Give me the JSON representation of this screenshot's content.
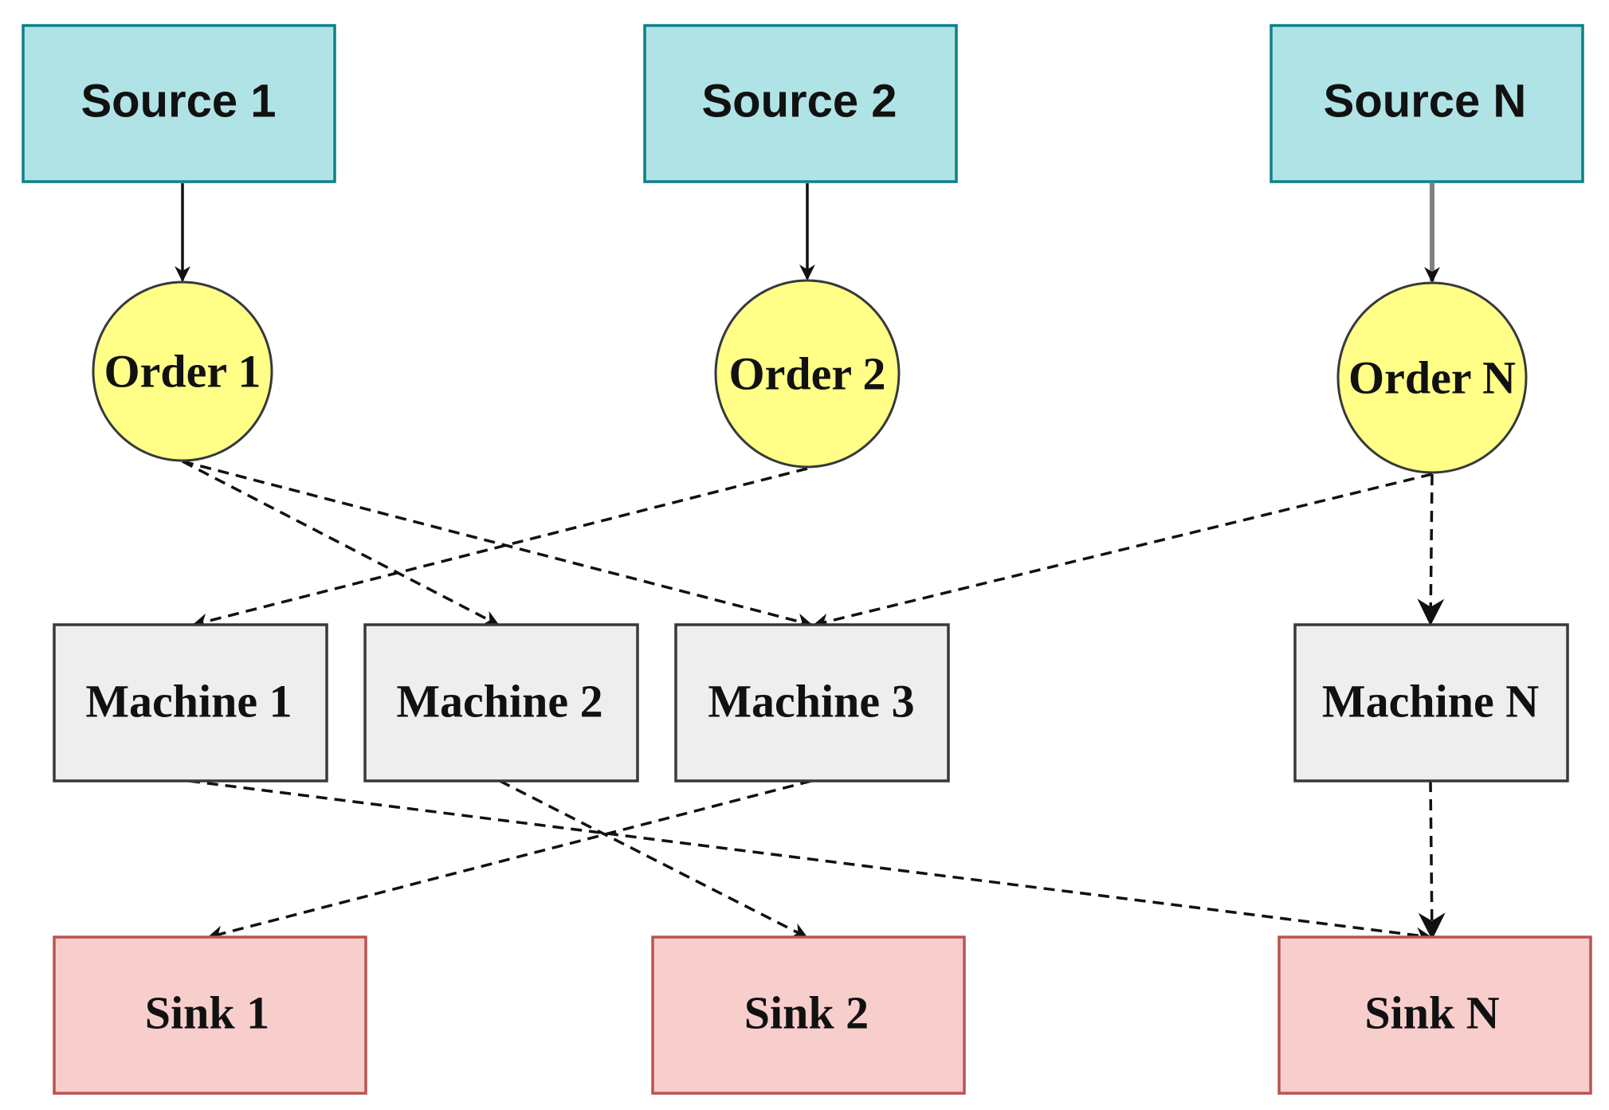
{
  "colors": {
    "source_fill": "#b0e3e6",
    "source_stroke": "#0e8088",
    "order_fill": "#ffff88",
    "order_stroke": "#36393d",
    "machine_fill": "#eeeeee",
    "machine_stroke": "#36393d",
    "sink_fill": "#f8cecc",
    "sink_stroke": "#b85450",
    "edge": "#111111",
    "edge_gray": "#808080"
  },
  "sources": [
    {
      "id": "source-1",
      "label": "Source 1"
    },
    {
      "id": "source-2",
      "label": "Source 2"
    },
    {
      "id": "source-n",
      "label": "Source N"
    }
  ],
  "orders": [
    {
      "id": "order-1",
      "label": "Order 1"
    },
    {
      "id": "order-2",
      "label": "Order 2"
    },
    {
      "id": "order-n",
      "label": "Order N"
    }
  ],
  "machines": [
    {
      "id": "machine-1",
      "label": "Machine 1"
    },
    {
      "id": "machine-2",
      "label": "Machine 2"
    },
    {
      "id": "machine-3",
      "label": "Machine 3"
    },
    {
      "id": "machine-n",
      "label": "Machine N"
    }
  ],
  "sinks": [
    {
      "id": "sink-1",
      "label": "Sink 1"
    },
    {
      "id": "sink-2",
      "label": "Sink 2"
    },
    {
      "id": "sink-n",
      "label": "Sink N"
    }
  ],
  "edges": [
    {
      "from": "source-1",
      "to": "order-1",
      "style": "solid"
    },
    {
      "from": "source-2",
      "to": "order-2",
      "style": "solid"
    },
    {
      "from": "source-n",
      "to": "order-n",
      "style": "solid"
    },
    {
      "from": "order-1",
      "to": "machine-2",
      "style": "dashed"
    },
    {
      "from": "order-1",
      "to": "machine-3",
      "style": "dashed"
    },
    {
      "from": "order-2",
      "to": "machine-1",
      "style": "dashed"
    },
    {
      "from": "order-n",
      "to": "machine-3",
      "style": "dashed"
    },
    {
      "from": "order-n",
      "to": "machine-n",
      "style": "dashed"
    },
    {
      "from": "machine-1",
      "to": "sink-n",
      "style": "dashed"
    },
    {
      "from": "machine-2",
      "to": "sink-2",
      "style": "dashed"
    },
    {
      "from": "machine-3",
      "to": "sink-1",
      "style": "dashed"
    },
    {
      "from": "machine-n",
      "to": "sink-n",
      "style": "dashed"
    }
  ]
}
